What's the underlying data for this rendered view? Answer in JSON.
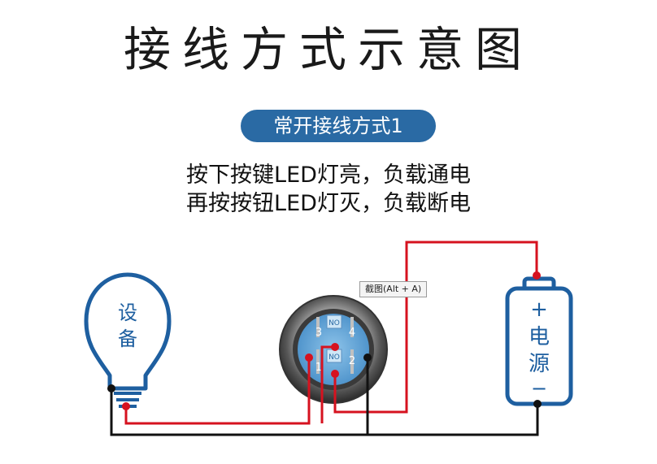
{
  "title": "接线方式示意图",
  "badge": "常开接线方式1",
  "description": [
    "按下按键LED灯亮，负载通电",
    "再按按钮LED灯灭，负载断电"
  ],
  "device": {
    "label_1": "设",
    "label_2": "备"
  },
  "switch_terminals": {
    "t1": "1",
    "t2": "2",
    "t3": "3",
    "t4": "4",
    "no_top": "NO",
    "no_bottom": "NO"
  },
  "power": {
    "plus": "+",
    "label_1": "电",
    "label_2": "源",
    "minus": "−"
  },
  "tooltip": "截图(Alt + A)",
  "colors": {
    "accent": "#2a6aa4",
    "wire_red": "#d6121f",
    "wire_black": "#111111",
    "outline_blue": "#1e5fa0"
  }
}
